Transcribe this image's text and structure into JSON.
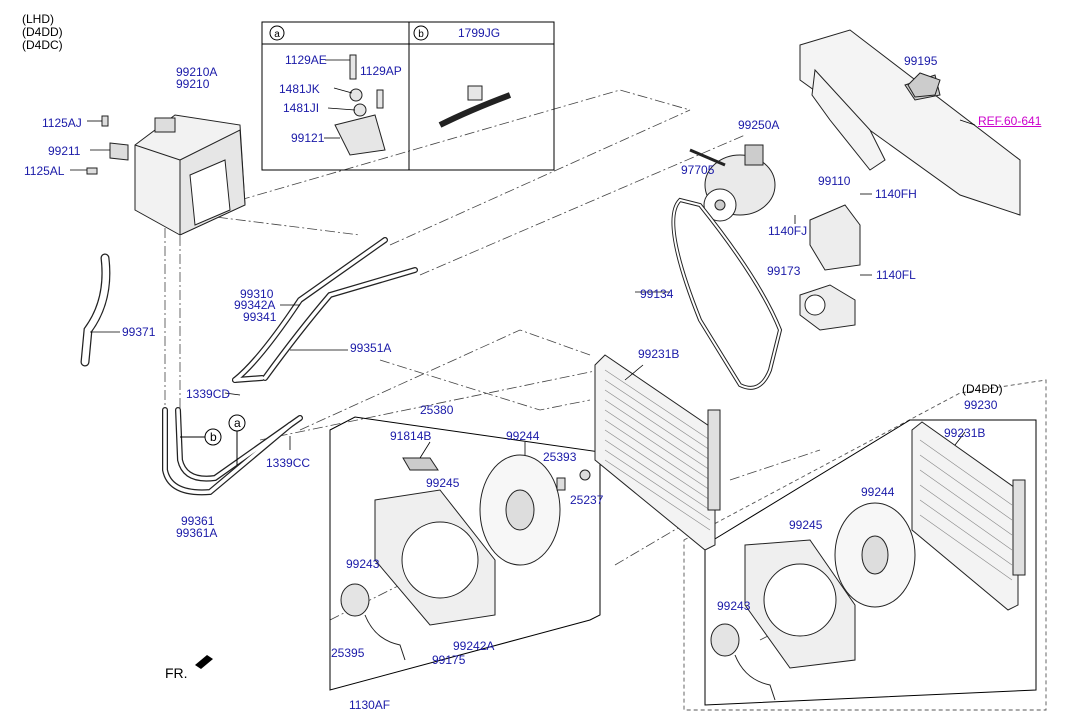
{
  "header": {
    "variants": [
      "(LHD)",
      "(D4DD)",
      "(D4DC)"
    ]
  },
  "inset": {
    "a_marker": "a",
    "b_marker": "b",
    "b_part": "1799JG"
  },
  "colors": {
    "part_label": "#1a1aa8",
    "ref_label": "#cc00cc",
    "line": "#000000"
  },
  "labels": {
    "p99210A": "99210A",
    "p99210": "99210",
    "p1125AJ": "1125AJ",
    "p99211": "99211",
    "p1125AL": "1125AL",
    "p1129AE": "1129AE",
    "p1129AP": "1129AP",
    "p1481JK": "1481JK",
    "p1481JI": "1481JI",
    "p99121": "99121",
    "p99195": "99195",
    "ref": "REF.60-641",
    "p99250A": "99250A",
    "p97705": "97705",
    "p99110": "99110",
    "p1140FH": "1140FH",
    "p1140FJ": "1140FJ",
    "p99173": "99173",
    "p1140FL": "1140FL",
    "p99134": "99134",
    "p99371": "99371",
    "p99310": "99310",
    "p99342A": "99342A",
    "p99341": "99341",
    "p99351A": "99351A",
    "p1339CD": "1339CD",
    "p1339CC": "1339CC",
    "b_mark": "b",
    "a_mark": "a",
    "p99361": "99361",
    "p99361A": "99361A",
    "p25380": "25380",
    "p91814B": "91814B",
    "p99244": "99244",
    "p25393": "25393",
    "p25237": "25237",
    "p99245": "99245",
    "p99243": "99243",
    "p25395": "25395",
    "p99175": "99175",
    "p99242A": "99242A",
    "p1130AF": "1130AF",
    "fr": "FR.",
    "p99231B": "99231B",
    "d4dd": "(D4DD)",
    "p99230": "99230",
    "p99231B_2": "99231B",
    "p99244_2": "99244",
    "p99245_2": "99245",
    "p99243_2": "99243"
  }
}
